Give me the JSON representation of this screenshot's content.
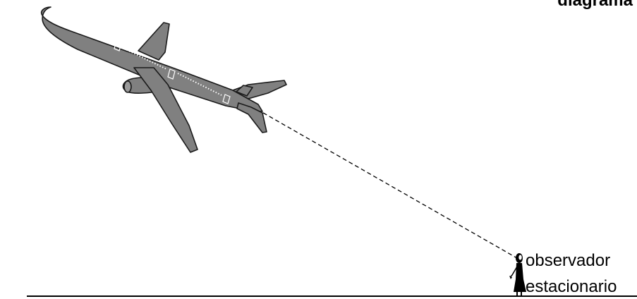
{
  "title": "diagrama",
  "observer": {
    "line1": "observador",
    "line2": "estacionario"
  },
  "colors": {
    "aircraft_body": "#808080",
    "aircraft_outline": "#1a1a1a",
    "window_dots": "#ffffff",
    "line_of_sight": "#000000",
    "ground": "#000000",
    "background": "#ffffff"
  },
  "line_of_sight_style": "dashed"
}
